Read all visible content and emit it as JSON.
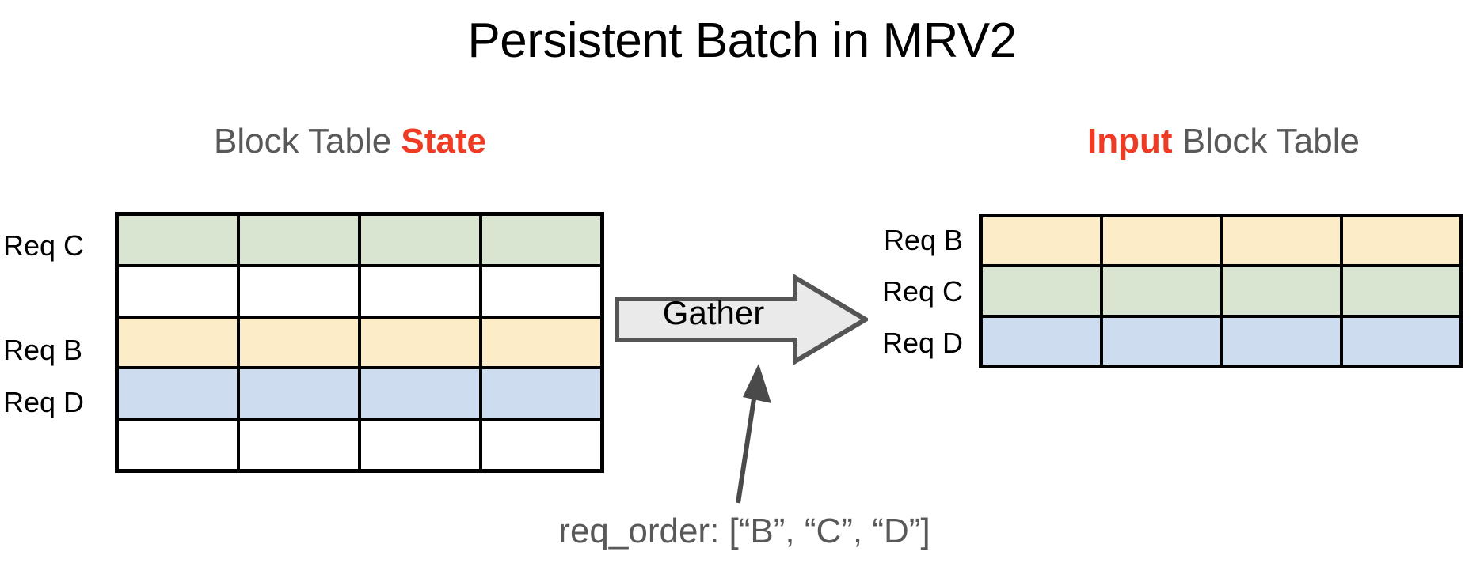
{
  "page": {
    "title": "Persistent Batch in MRV2",
    "background_color": "#ffffff"
  },
  "colors": {
    "accent_red": "#ef3b24",
    "heading_gray": "#595959",
    "green_cell": "#d9e5d0",
    "yellow_cell": "#fcedc8",
    "blue_cell": "#cddcee",
    "empty_cell": "#ffffff",
    "grid_border": "#000000",
    "arrow_fill": "#eaeaea",
    "arrow_stroke": "#555555",
    "pointer_arrow": "#4a4a4a"
  },
  "left_panel": {
    "heading_prefix": "Block Table ",
    "heading_accent": "State",
    "labels": [
      "Req C",
      "",
      "Req B",
      "Req D",
      ""
    ],
    "rows": [
      {
        "label": "Req C",
        "color": "green",
        "cells": [
          "",
          "",
          "",
          ""
        ]
      },
      {
        "label": "",
        "color": "empty",
        "cells": [
          "",
          "",
          "",
          ""
        ]
      },
      {
        "label": "Req B",
        "color": "yellow",
        "cells": [
          "",
          "",
          "",
          ""
        ]
      },
      {
        "label": "Req D",
        "color": "blue",
        "cells": [
          "",
          "",
          "",
          ""
        ]
      },
      {
        "label": "",
        "color": "empty",
        "cells": [
          "",
          "",
          "",
          ""
        ]
      }
    ],
    "columns": 4
  },
  "right_panel": {
    "heading_accent": "Input",
    "heading_suffix": " Block Table",
    "labels": [
      "Req B",
      "Req C",
      "Req D"
    ],
    "rows": [
      {
        "label": "Req B",
        "color": "yellow",
        "cells": [
          "",
          "",
          "",
          ""
        ]
      },
      {
        "label": "Req C",
        "color": "green",
        "cells": [
          "",
          "",
          "",
          ""
        ]
      },
      {
        "label": "Req D",
        "color": "blue",
        "cells": [
          "",
          "",
          "",
          ""
        ]
      }
    ],
    "columns": 4
  },
  "gather": {
    "label": "Gather",
    "direction": "right"
  },
  "caption": {
    "text": "req_order: [“B”, “C”, “D”]"
  }
}
